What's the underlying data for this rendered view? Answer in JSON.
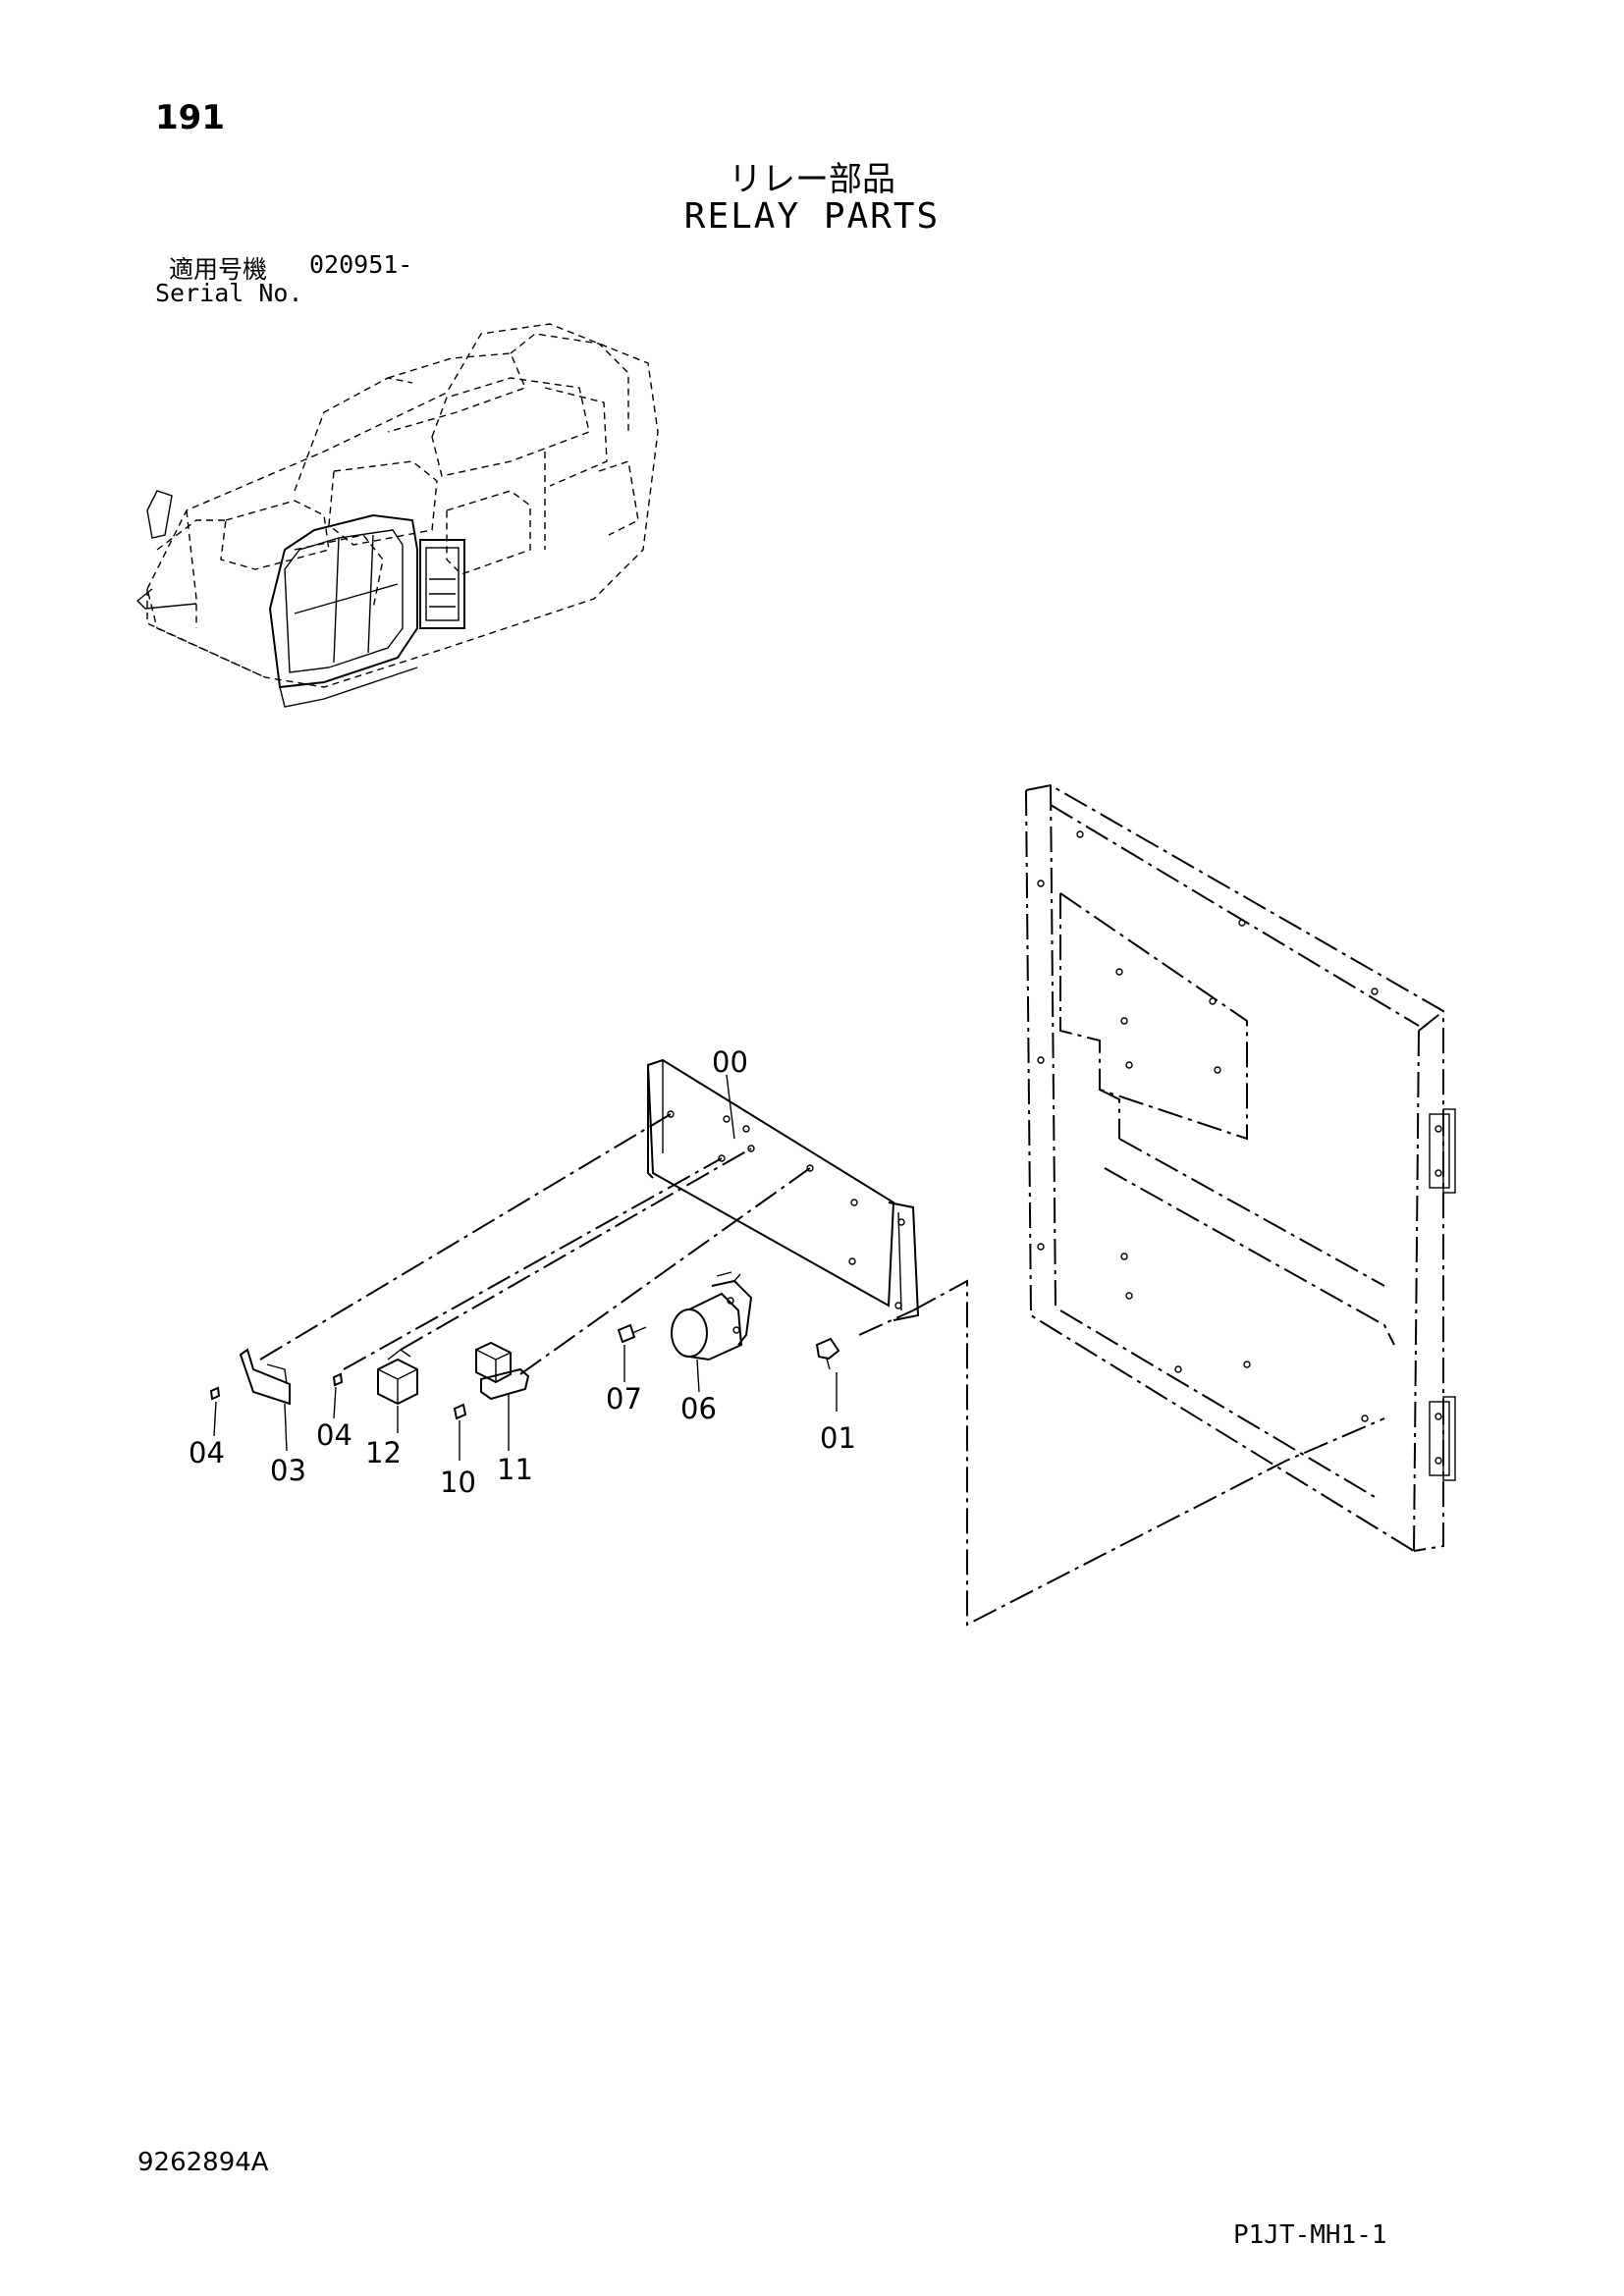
{
  "header": {
    "page_number": "191",
    "title_jp": "リレー部品",
    "title_en": "RELAY PARTS",
    "serial_label_jp": "適用号機",
    "serial_value": "020951-",
    "serial_label_en": "Serial No."
  },
  "callouts": {
    "c00": "00",
    "c01": "01",
    "c03": "03",
    "c04a": "04",
    "c04b": "04",
    "c06": "06",
    "c07": "07",
    "c10": "10",
    "c11": "11",
    "c12": "12"
  },
  "footer": {
    "doc_code": "9262894A",
    "page_code": "P1JT-MH1-1"
  }
}
